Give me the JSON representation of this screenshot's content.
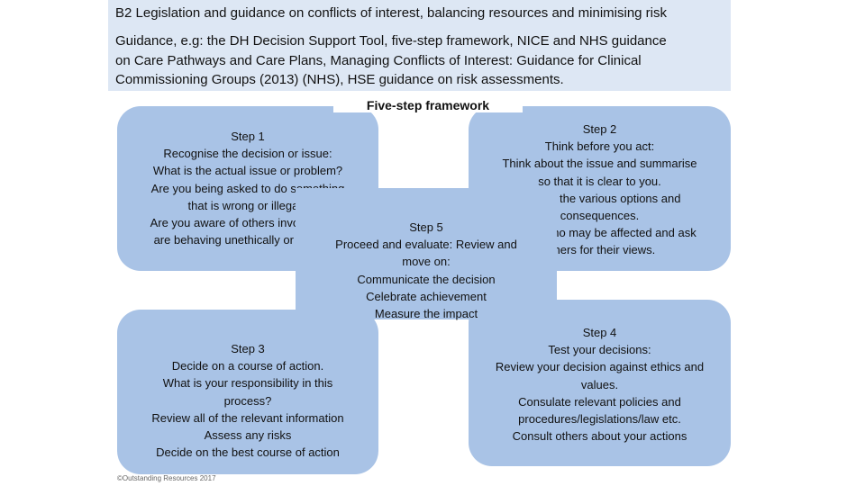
{
  "header": {
    "title": "B2 Legislation and guidance on conflicts of interest, balancing resources and minimising risk",
    "body_lines": [
      "Guidance, e.g: the DH Decision Support Tool, five-step framework, NICE and NHS guidance",
      "on Care Pathways and Care Plans,  Managing Conflicts of Interest: Guidance for Clinical",
      "Commissioning Groups (2013) (NHS), HSE guidance on risk assessments."
    ]
  },
  "framework_title": "Five-step framework",
  "steps": [
    {
      "lines": [
        "Step 1",
        "Recognise the decision or issue:",
        "What is the actual issue or problem?",
        "Are you being asked to do something",
        "that is wrong or illegal?",
        "Are you aware of others involved who",
        "are behaving unethically or illegally?"
      ]
    },
    {
      "lines": [
        "Step 2",
        "Think before you act:",
        "Think about the issue and summarise",
        "so that it is clear to you.",
        "Identify the various options and",
        "consequences.",
        "Identify who may be affected and ask",
        "others for their views."
      ]
    },
    {
      "lines": [
        "Step 3",
        "Decide on a course of action.",
        "What is your responsibility in this",
        "process?",
        "Review all of the relevant information",
        "Assess any risks",
        "Decide on the best course of action"
      ]
    },
    {
      "lines": [
        "Step 4",
        "Test your decisions:",
        "Review your decision against ethics and",
        "values.",
        "Consulate relevant policies and",
        "procedures/legislations/law etc.",
        "Consult others about your actions"
      ]
    },
    {
      "lines": [
        "Step 5",
        "Proceed and evaluate:  Review and",
        "move on:",
        "Communicate the decision",
        "Celebrate achievement",
        "Measure the impact"
      ]
    }
  ],
  "footer": "©Outstanding Resources 2017",
  "colors": {
    "header_bg": "#dde7f4",
    "box_bg": "#a9c3e6"
  }
}
